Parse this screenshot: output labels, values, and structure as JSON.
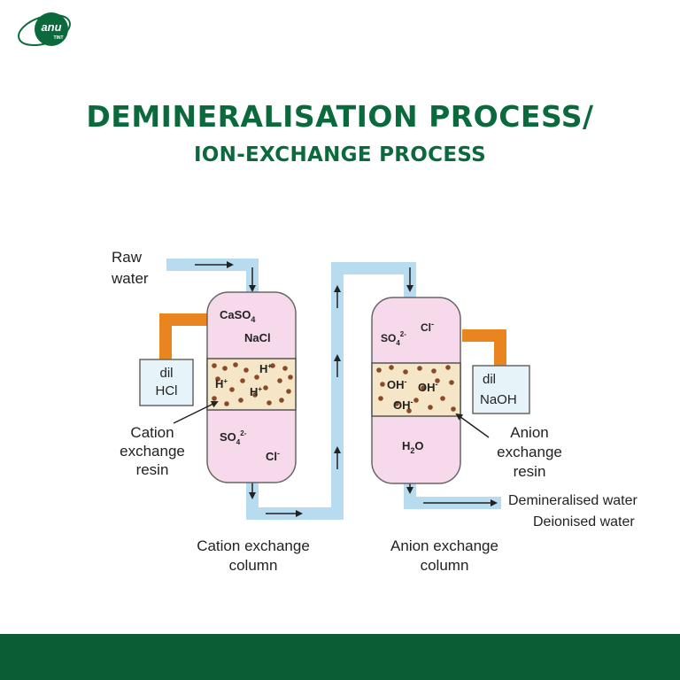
{
  "logo": {
    "text": "anu",
    "subtext": "TINT"
  },
  "header": {
    "title": "DEMINERALISATION PROCESS/",
    "subtitle": "ION-EXCHANGE PROCESS"
  },
  "diagram": {
    "raw_water": [
      "Raw",
      "water"
    ],
    "cation_column": {
      "top_formula_1": "CaSO",
      "top_formula_1_sub": "4",
      "top_formula_2": "NaCl",
      "bottom_so4": "SO",
      "bottom_so4_sub": "4",
      "bottom_so4_sup": "2-",
      "bottom_cl": "Cl",
      "bottom_cl_sup": "-",
      "resin_ion": "H",
      "resin_ion_sup": "+",
      "caption": [
        "Cation exchange",
        "column"
      ]
    },
    "acid_tank": [
      "dil",
      "HCl"
    ],
    "cation_resin_label": [
      "Cation",
      "exchange",
      "resin"
    ],
    "anion_column": {
      "top_so4": "SO",
      "top_so4_sub": "4",
      "top_so4_sup": "2-",
      "top_cl": "Cl",
      "top_cl_sup": "-",
      "resin_ion": "OH",
      "resin_ion_sup": "-",
      "bottom_formula": "H",
      "bottom_formula_sub": "2",
      "bottom_formula_end": "O",
      "caption": [
        "Anion exchange",
        "column"
      ]
    },
    "base_tank": [
      "dil",
      "NaOH"
    ],
    "anion_resin_label": [
      "Anion",
      "exchange",
      "resin"
    ],
    "output_labels": [
      "Demineralised water",
      "Deionised water"
    ]
  },
  "colors": {
    "brand_green": "#0b6a3c",
    "footer_green": "#0b5d35",
    "pipe_blue": "#b7dcef",
    "column_pink": "#f6d9ea",
    "resin_beige": "#f5e6c8",
    "bead_brown": "#8a4a2a",
    "orange_pipe": "#e9851f",
    "tank_fill": "#e6f4f9"
  }
}
